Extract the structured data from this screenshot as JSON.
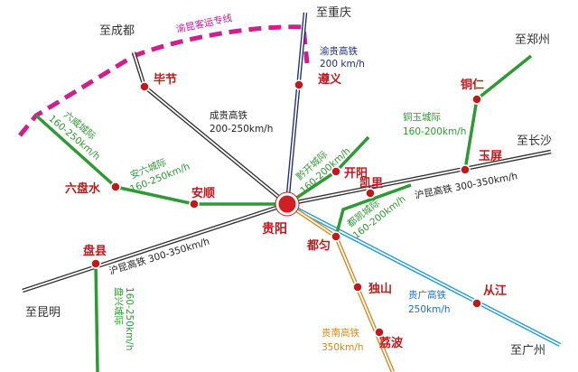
{
  "destinations": {
    "chongqing": "至重庆",
    "chengdu": "至成都",
    "zhengzhou": "至郑州",
    "changsha": "至长沙",
    "kunming": "至昆明",
    "guangzhou": "至广州"
  },
  "cities": {
    "guiyang": "贵阳",
    "bijie": "毕节",
    "zunyi": "遵义",
    "tongren": "铜仁",
    "yuping": "玉屏",
    "kaiyang": "开阳",
    "kaili": "凯里",
    "duyun": "都匀",
    "liupanshui": "六盘水",
    "anshun": "安顺",
    "panxian": "盘县",
    "dushan": "独山",
    "libo": "荔波",
    "congjiang": "从江"
  },
  "lines": {
    "yumin": {
      "name": "渝昆客运专线",
      "color": "#d21d8c"
    },
    "yugui": {
      "name": "渝贵高铁",
      "speed": "200 km/h",
      "color": "#1f2d7a"
    },
    "chenggui": {
      "name": "成贵高铁",
      "speed": "200-250km/h",
      "color": "#222222"
    },
    "liuwei": {
      "name": "六威城际",
      "speed": "160-250km/h",
      "color": "#2f9a35"
    },
    "anliu": {
      "name": "安六城际",
      "speed": "160-250km/h",
      "color": "#2f9a35"
    },
    "tongyu": {
      "name": "铜玉城际",
      "speed": "160-200km/h",
      "color": "#2f9a35"
    },
    "qiankai": {
      "name": "黔开城际",
      "speed": "160-200km/h",
      "color": "#2f9a35"
    },
    "duxin": {
      "name": "都凯城际",
      "speed": "160-200km/h",
      "color": "#2f9a35"
    },
    "hukun_east": {
      "name": "沪昆高铁",
      "speed": "300-350km/h",
      "color": "#222222"
    },
    "hukun_west": {
      "name": "沪昆高铁",
      "speed": "300-350km/h",
      "color": "#222222"
    },
    "panxing": {
      "name": "盘兴城际",
      "speed": "160-250km/h",
      "color": "#2f9a35"
    },
    "guiguang": {
      "name": "贵广高铁",
      "speed": "250km/h",
      "color": "#1f9ad6"
    },
    "guinan": {
      "name": "贵南高铁",
      "speed": "350km/h",
      "color": "#d4881f"
    }
  }
}
